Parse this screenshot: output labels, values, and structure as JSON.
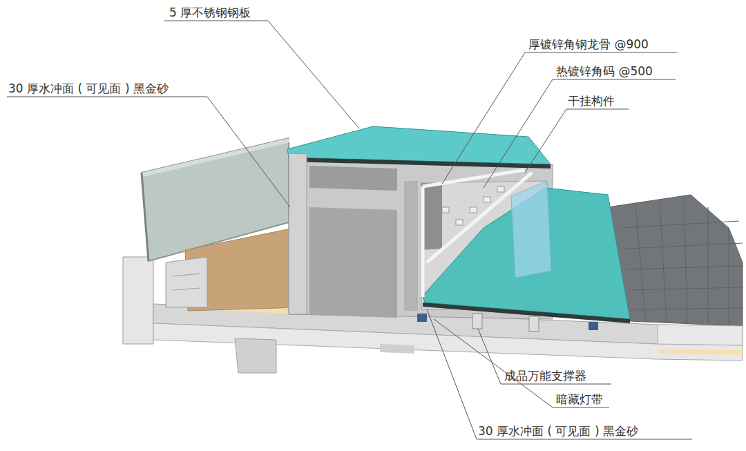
{
  "diagram": {
    "labels": [
      "5 厚不锈钢钢板",
      "30 厚水冲面 ( 可见面 ) 黑金砂",
      "厚镀锌角钢龙骨 @900",
      "热镀锌角码 @500",
      "干挂构件",
      "成品万能支撑器",
      "暗藏灯带",
      "30 厚水冲面 ( 可见面 ) 黑金砂"
    ]
  }
}
